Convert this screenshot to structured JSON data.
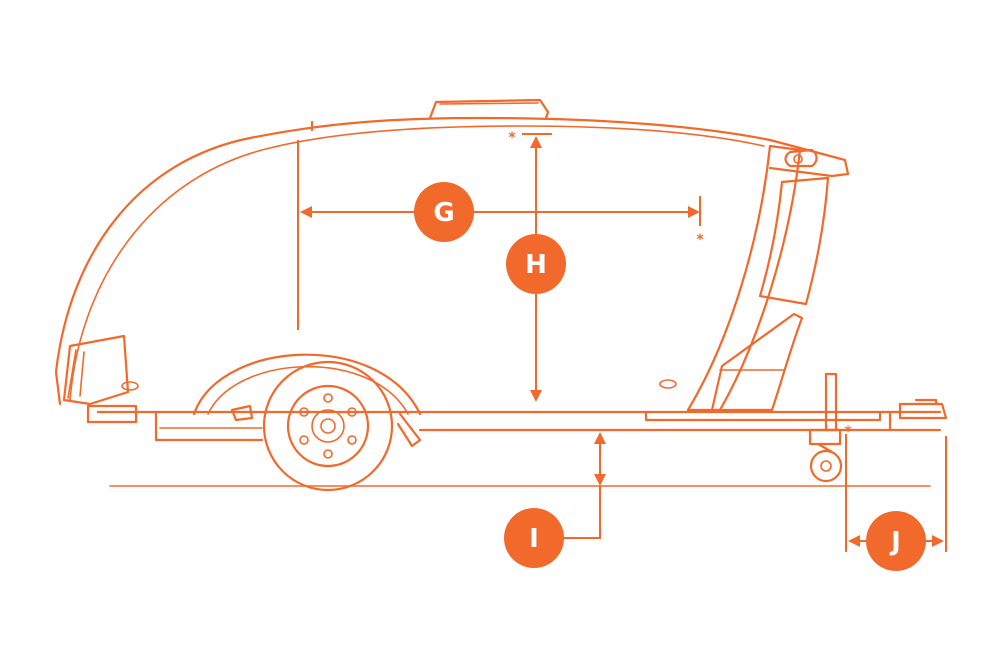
{
  "colors": {
    "accent": "#f2692c",
    "background": "#ffffff"
  },
  "dimensions": [
    {
      "id": "G",
      "label": "G",
      "has_asterisk": true
    },
    {
      "id": "H",
      "label": "H",
      "has_asterisk": true
    },
    {
      "id": "I",
      "label": "I",
      "has_asterisk": false
    },
    {
      "id": "J",
      "label": "J",
      "has_asterisk": true
    }
  ],
  "asterisk_symbol": "*"
}
